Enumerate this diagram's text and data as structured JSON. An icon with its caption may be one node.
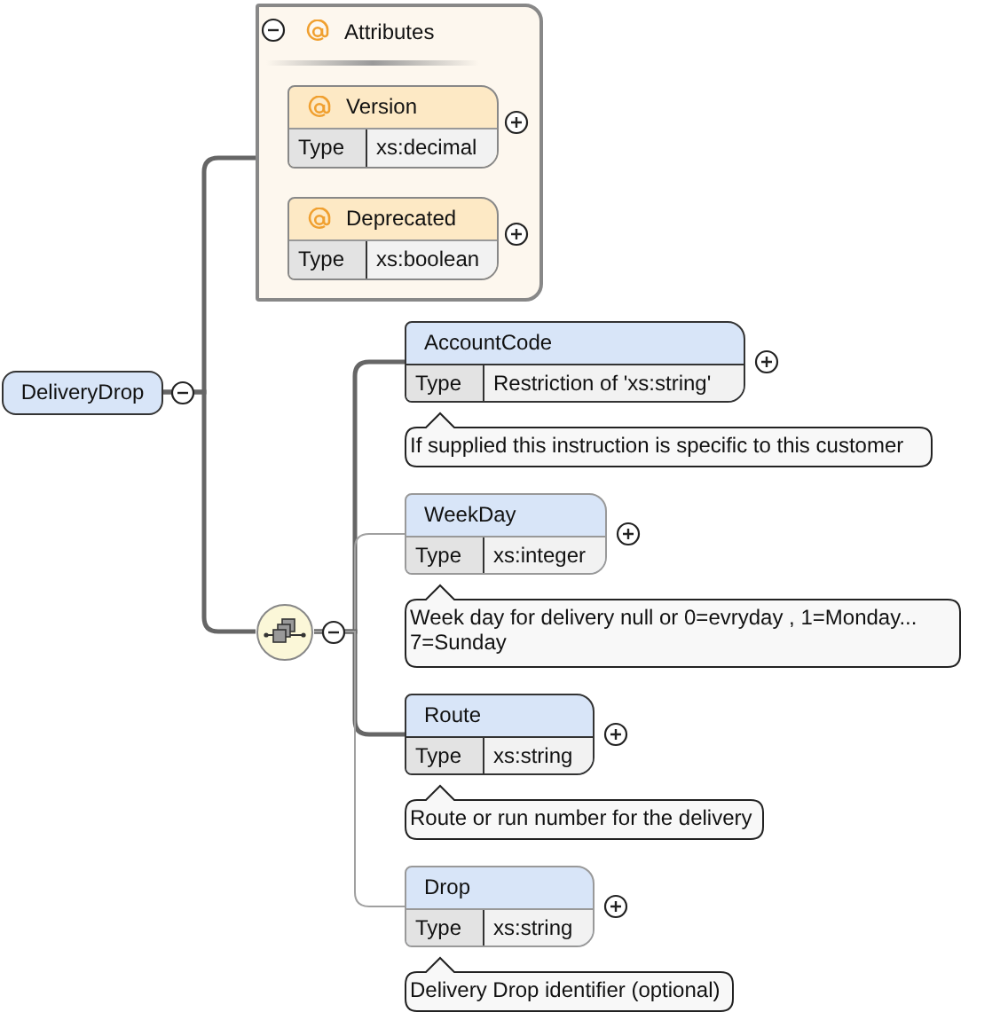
{
  "diagram": {
    "nodes": [
      {
        "text": [
          "DeliveryDrop"
        ]
      },
      {
        "text": [
          "Attributes"
        ]
      },
      {
        "text": [
          "Version",
          "Type",
          "xs:decimal"
        ],
        "in": 1
      },
      {
        "text": [
          "Deprecated",
          "Type",
          "xs:boolean"
        ],
        "in": 1
      },
      {
        "text": [],
        "shape": "circle"
      },
      {
        "text": [
          "AccountCode",
          "Type",
          "Restriction of 'xs:string'"
        ],
        "beside": [
          "If supplied this instruction is specific to this customer"
        ]
      },
      {
        "text": [
          "WeekDay",
          "Type",
          "xs:integer"
        ],
        "beside": [
          "Week day for delivery null or 0=evryday , 1=Monday... 7=Sunday"
        ]
      },
      {
        "text": [
          "Route",
          "Type",
          "xs:string"
        ],
        "beside": [
          "Route or run number for the delivery"
        ]
      },
      {
        "text": [
          "Drop",
          "Type",
          "xs:string"
        ],
        "beside": [
          "Delivery Drop identifier (optional)"
        ]
      }
    ],
    "edges": [
      {
        "from": 0,
        "to": 1,
        "arrow": "none"
      },
      {
        "from": 0,
        "to": 4,
        "arrow": "none"
      },
      {
        "from": 4,
        "to": 5,
        "arrow": "none"
      },
      {
        "from": 4,
        "to": 6,
        "arrow": "none",
        "color": "#a0a0a0"
      },
      {
        "from": 4,
        "to": 7,
        "arrow": "none"
      },
      {
        "from": 4,
        "to": 8,
        "arrow": "none",
        "color": "#a0a0a0"
      }
    ]
  }
}
